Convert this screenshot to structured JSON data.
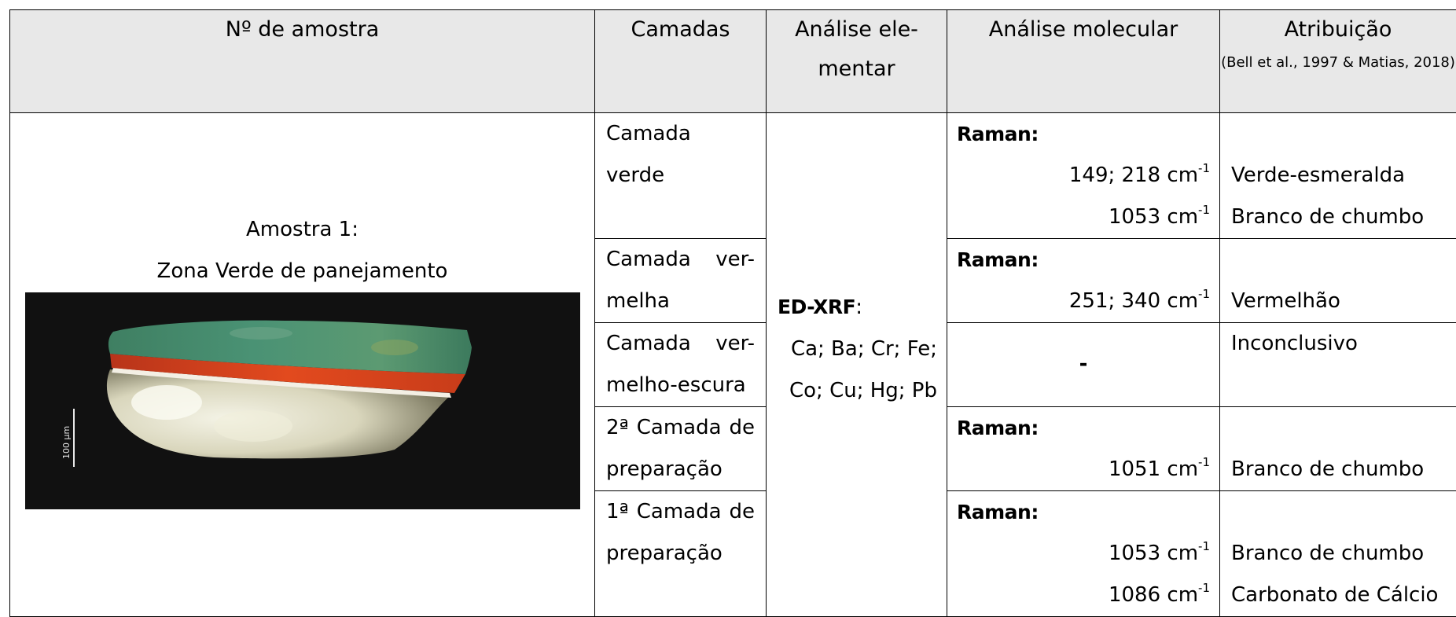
{
  "headers": {
    "sample": "Nº de amostra",
    "layers": "Camadas",
    "elemental_line1": "Análise ele-",
    "elemental_line2": "mentar",
    "molecular": "Análise molecular",
    "attribution": "Atribuição",
    "attribution_ref": "(Bell et al., 1997 & Matias, 2018)"
  },
  "sample": {
    "title_line1": "Amostra 1:",
    "title_line2": "Zona Verde de panejamento",
    "scale_label": "100 µm"
  },
  "elemental": {
    "label": "ED-XRF",
    "colon": ":",
    "line1": "Ca; Ba; Cr; Fe;",
    "line2": "Co; Cu; Hg; Pb"
  },
  "rows": [
    {
      "layer": "Camada verde",
      "molecular_label": "Raman:",
      "values": [
        {
          "num": "149; 218 cm",
          "sup": "-1",
          "attribution": "Verde-esmeralda"
        },
        {
          "num": "1053 cm",
          "sup": "-1",
          "attribution": "Branco de chumbo"
        }
      ]
    },
    {
      "layer": "Camada vermelha",
      "layer_line1": "Camada ver-",
      "layer_line2": "melha",
      "molecular_label": "Raman:",
      "values": [
        {
          "num": "251; 340 cm",
          "sup": "-1",
          "attribution": "Vermelhão"
        }
      ]
    },
    {
      "layer_line1": "Camada ver-",
      "layer_line2": "melho-escura",
      "molecular_dash": "-",
      "attribution": "Inconclusivo"
    },
    {
      "layer_line1": "2ª Camada de",
      "layer_line2": "preparação",
      "molecular_label": "Raman:",
      "values": [
        {
          "num": "1051 cm",
          "sup": "-1",
          "attribution": "Branco de chumbo"
        }
      ]
    },
    {
      "layer_line1": "1ª Camada de",
      "layer_line2": "preparação",
      "molecular_label": "Raman:",
      "values": [
        {
          "num": "1053 cm",
          "sup": "-1",
          "attribution": "Branco de chumbo"
        },
        {
          "num": "1086 cm",
          "sup": "-1",
          "attribution": "Carbonato de Cálcio"
        }
      ]
    }
  ]
}
